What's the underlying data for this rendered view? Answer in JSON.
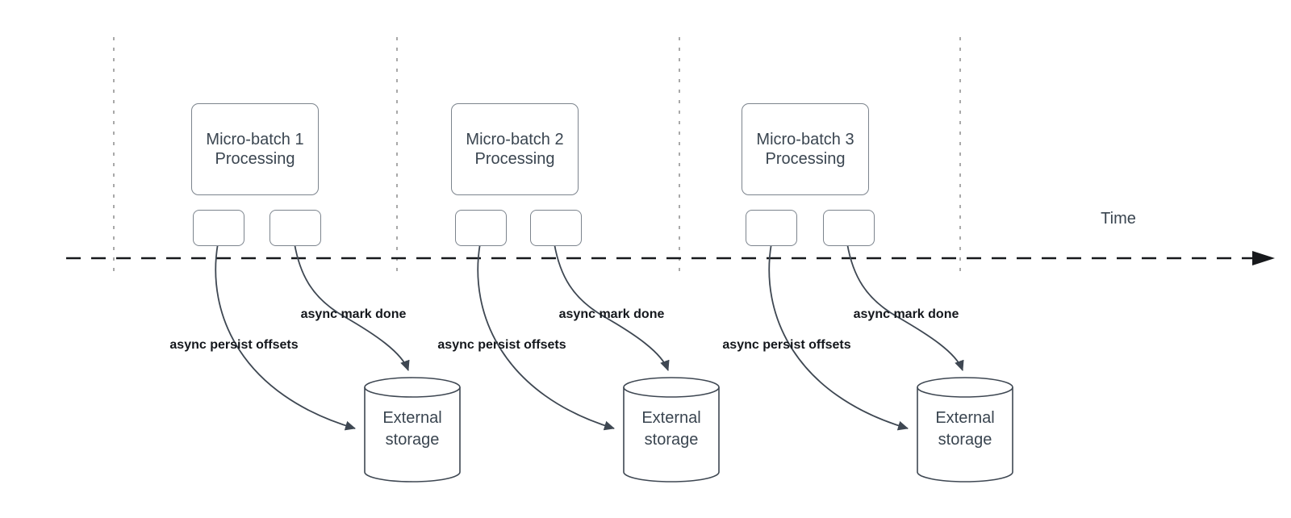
{
  "diagram": {
    "time_axis_label": "Time",
    "groups": [
      {
        "batch_title_line1": "Micro-batch 1",
        "batch_title_line2": "Processing",
        "persist_label": "async persist offsets",
        "mark_done_label": "async mark done",
        "storage_label_line1": "External",
        "storage_label_line2": "storage"
      },
      {
        "batch_title_line1": "Micro-batch 2",
        "batch_title_line2": "Processing",
        "persist_label": "async persist offsets",
        "mark_done_label": "async mark done",
        "storage_label_line1": "External",
        "storage_label_line2": "storage"
      },
      {
        "batch_title_line1": "Micro-batch 3",
        "batch_title_line2": "Processing",
        "persist_label": "async persist offsets",
        "mark_done_label": "async mark done",
        "storage_label_line1": "External",
        "storage_label_line2": "storage"
      }
    ],
    "colors": {
      "flow_stroke": "#3e4752",
      "box_border": "#7c848d",
      "lane_divider": "#a9a9a9",
      "timeline": "#17191c",
      "box_text": "#3a4550",
      "label_text": "#14171c",
      "background": "#ffffff"
    }
  }
}
